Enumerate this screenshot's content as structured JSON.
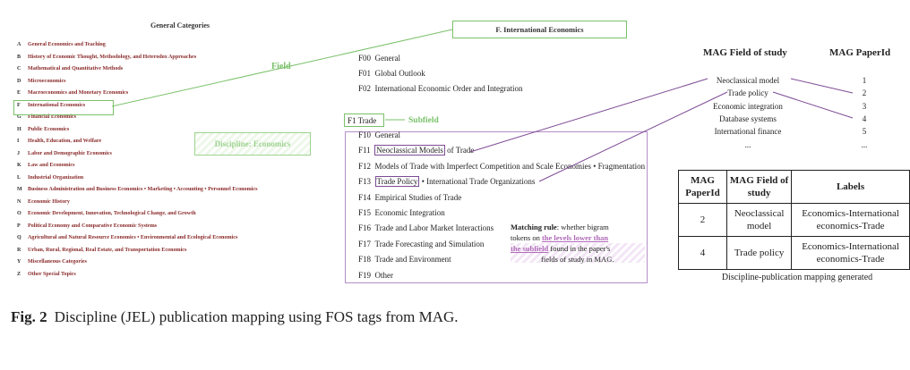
{
  "general_categories_title": "General Categories",
  "jel_categories": [
    {
      "letter": "A",
      "name": "General Economics and Teaching"
    },
    {
      "letter": "B",
      "name": "History of Economic Thought, Methodology, and Heterodox Approaches"
    },
    {
      "letter": "C",
      "name": "Mathematical and Quantitative Methods"
    },
    {
      "letter": "D",
      "name": "Microeconomics"
    },
    {
      "letter": "E",
      "name": "Macroeconomics and Monetary Economics"
    },
    {
      "letter": "F",
      "name": "International Economics"
    },
    {
      "letter": "G",
      "name": "Financial Economics"
    },
    {
      "letter": "H",
      "name": "Public Economics"
    },
    {
      "letter": "I",
      "name": "Health, Education, and Welfare"
    },
    {
      "letter": "J",
      "name": "Labor and Demographic Economics"
    },
    {
      "letter": "K",
      "name": "Law and Economics"
    },
    {
      "letter": "L",
      "name": "Industrial Organization"
    },
    {
      "letter": "M",
      "name": "Business Administration and Business Economics • Marketing • Accounting • Personnel Economics"
    },
    {
      "letter": "N",
      "name": "Economic History"
    },
    {
      "letter": "O",
      "name": "Economic Development, Innovation, Technological Change, and Growth"
    },
    {
      "letter": "P",
      "name": "Political Economy and Comparative Economic Systems"
    },
    {
      "letter": "Q",
      "name": "Agricultural and Natural Resource Economics • Environmental and Ecological Economics"
    },
    {
      "letter": "R",
      "name": "Urban, Rural, Regional, Real Estate, and Transportation Economics"
    },
    {
      "letter": "Y",
      "name": "Miscellaneous Categories"
    },
    {
      "letter": "Z",
      "name": "Other Special Topics"
    }
  ],
  "labels": {
    "field": "Field",
    "discipline": "Discipline: Economics",
    "subfield": "Subfield",
    "international_economics_box": "F. International Economics"
  },
  "f_codes": [
    {
      "code": "F00",
      "name": "General"
    },
    {
      "code": "F01",
      "name": "Global Outlook"
    },
    {
      "code": "F02",
      "name": "International Economic Order and Integration"
    }
  ],
  "subfield_box": "F1  Trade",
  "trade_codes": [
    {
      "code": "F10",
      "name": "General",
      "boxed": "",
      "rest": ""
    },
    {
      "code": "F11",
      "name": "",
      "boxed": "Neoclassical Models",
      "rest": " of Trade"
    },
    {
      "code": "F12",
      "name": "Models of Trade with Imperfect Competition and Scale Economies • Fragmentation",
      "boxed": "",
      "rest": ""
    },
    {
      "code": "F13",
      "name": "",
      "boxed": "Trade Policy",
      "rest": " • International Trade Organizations"
    },
    {
      "code": "F14",
      "name": "Empirical Studies of Trade",
      "boxed": "",
      "rest": ""
    },
    {
      "code": "F15",
      "name": "Economic Integration",
      "boxed": "",
      "rest": ""
    },
    {
      "code": "F16",
      "name": "Trade and Labor Market Interactions",
      "boxed": "",
      "rest": ""
    },
    {
      "code": "F17",
      "name": "Trade Forecasting and Simulation",
      "boxed": "",
      "rest": ""
    },
    {
      "code": "F18",
      "name": "Trade and Environment",
      "boxed": "",
      "rest": ""
    },
    {
      "code": "F19",
      "name": "Other",
      "boxed": "",
      "rest": ""
    }
  ],
  "matching_rule": {
    "title": "Matching rule",
    "text_1": ": whether bigram",
    "text_2": "tokens on ",
    "highlight_1": "the levels lower than",
    "highlight_2": "the subfield",
    "text_3": " found in the paper's",
    "text_4": "fields of study in MAG."
  },
  "mag": {
    "field_header": "MAG Field of study",
    "paperid_header": "MAG PaperId",
    "fields": [
      "Neoclassical model",
      "Trade policy",
      "Economic integration",
      "Database systems",
      "International finance",
      "..."
    ],
    "paper_ids": [
      "1",
      "2",
      "3",
      "4",
      "5",
      "..."
    ]
  },
  "mapping_table": {
    "headers": [
      "MAG PaperId",
      "MAG Field of study",
      "Labels"
    ],
    "rows": [
      [
        "2",
        "Neoclassical model",
        "Economics-International economics-Trade"
      ],
      [
        "4",
        "Trade policy",
        "Economics-International economics-Trade"
      ]
    ],
    "caption": "Discipline-publication mapping generated"
  },
  "figure_caption": {
    "label": "Fig. 2",
    "text": "Discipline (JEL) publication mapping using FOS tags from MAG."
  },
  "colors": {
    "green": "#7ac16a",
    "purple": "#7d4b95",
    "jel_red": "#8a2a2a",
    "highlight_pink": "#b06bb8"
  }
}
